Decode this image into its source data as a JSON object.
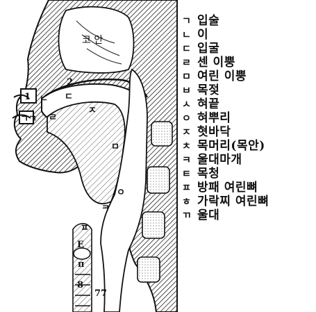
{
  "diagram": {
    "region_labels": {
      "nasal_cavity": "코 안"
    },
    "marker_labels": [
      {
        "id": "m1",
        "text": "1"
      },
      {
        "id": "m2",
        "text": "2"
      },
      {
        "id": "m3",
        "text": "ㄷ"
      },
      {
        "id": "m4",
        "text": "ㄴ"
      },
      {
        "id": "m5",
        "text": "ㄹ"
      },
      {
        "id": "m6",
        "text": "ㅈ"
      },
      {
        "id": "m7",
        "text": "ㄱㄱ"
      },
      {
        "id": "m8",
        "text": "ㅁ"
      },
      {
        "id": "m9",
        "text": "ㅇ"
      },
      {
        "id": "m10",
        "text": "ㅋ"
      },
      {
        "id": "m11",
        "text": "ㅍ"
      },
      {
        "id": "m12",
        "text": "E"
      },
      {
        "id": "m13",
        "text": "π"
      },
      {
        "id": "m14",
        "text": "8"
      },
      {
        "id": "m15",
        "text": "77"
      }
    ]
  },
  "legend": [
    {
      "key": "ㄱ",
      "label": "입술"
    },
    {
      "key": "ㄴ",
      "label": "이"
    },
    {
      "key": "ㄷ",
      "label": "입굴"
    },
    {
      "key": "ㄹ",
      "label": "센 이뿡"
    },
    {
      "key": "ㅁ",
      "label": "여린 이뿡"
    },
    {
      "key": "ㅂ",
      "label": "목젖"
    },
    {
      "key": "ㅅ",
      "label": "혀끝"
    },
    {
      "key": "ㅇ",
      "label": "혀뿌리"
    },
    {
      "key": "ㅈ",
      "label": "혓바닥"
    },
    {
      "key": "ㅊ",
      "label": "목머리(목안)"
    },
    {
      "key": "ㅋ",
      "label": "울대마개"
    },
    {
      "key": "ㅌ",
      "label": "목청"
    },
    {
      "key": "ㅍ",
      "label": "방패 여린뼈"
    },
    {
      "key": "ㅎ",
      "label": "가락찌 여린뼈"
    },
    {
      "key": "ㄲ",
      "label": "울대"
    }
  ]
}
